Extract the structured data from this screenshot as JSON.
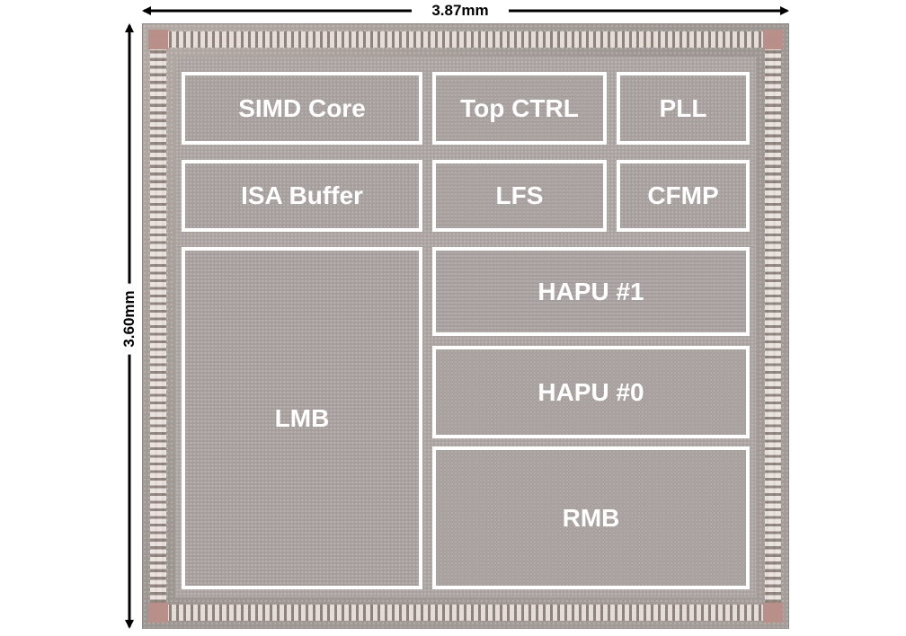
{
  "dimensions": {
    "width_label": "3.87mm",
    "height_label": "3.60mm"
  },
  "blocks": {
    "simd_core": "SIMD Core",
    "top_ctrl": "Top CTRL",
    "pll": "PLL",
    "isa_buffer": "ISA Buffer",
    "lfs": "LFS",
    "cfmp": "CFMP",
    "lmb": "LMB",
    "hapu1": "HAPU #1",
    "hapu0": "HAPU #0",
    "rmb": "RMB"
  },
  "colors": {
    "block_border": "#ffffff",
    "block_label": "#ffffff",
    "die": "#a29a95",
    "pad_ring_light": "#ece4e0",
    "pad_ring_dark": "#8c7f7a",
    "dimension_arrow": "#000000"
  }
}
